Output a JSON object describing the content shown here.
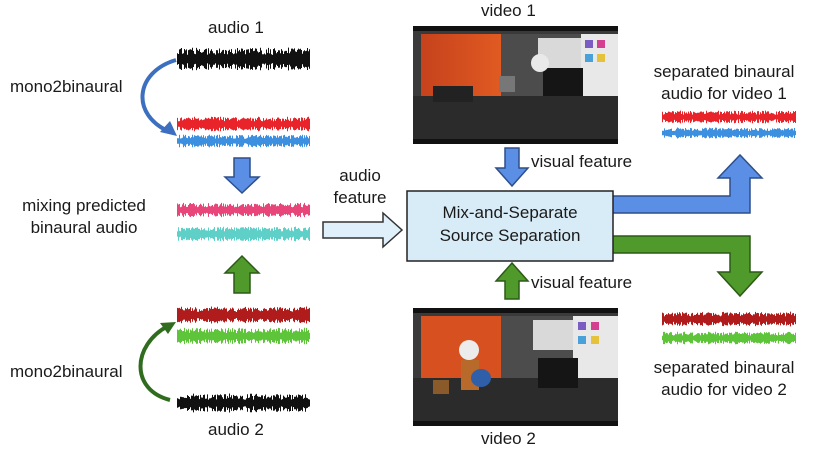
{
  "labels": {
    "audio1": "audio 1",
    "audio2": "audio 2",
    "video1": "video 1",
    "video2": "video 2",
    "mono2binaural_top": "mono2binaural",
    "mono2binaural_bottom": "mono2binaural",
    "mixing_line1": "mixing predicted",
    "mixing_line2": "binaural audio",
    "audio_feature_line1": "audio",
    "audio_feature_line2": "feature",
    "visual_feature_top": "visual feature",
    "visual_feature_bottom": "visual feature",
    "box_line1": "Mix-and-Separate",
    "box_line2": "Source Separation",
    "sep1_line1": "separated binaural",
    "sep1_line2": "audio for video 1",
    "sep2_line1": "separated binaural",
    "sep2_line2": "audio for video 2"
  },
  "colors": {
    "black_wave": "#111111",
    "red_wave": "#e8242a",
    "blue_wave": "#3d8fe0",
    "pink_wave": "#e8457a",
    "cyan_wave": "#5fd0c8",
    "dark_red_wave": "#b01c1c",
    "green_wave": "#5ec43a",
    "blue_arrow": "#5b8fe6",
    "green_arrow": "#3f8a25",
    "box_fill": "#d8ecf7",
    "box_stroke": "#222222"
  },
  "icons": {
    "video1": "rehearsal-room-photo",
    "video2": "rehearsal-room-photo-with-musician"
  }
}
